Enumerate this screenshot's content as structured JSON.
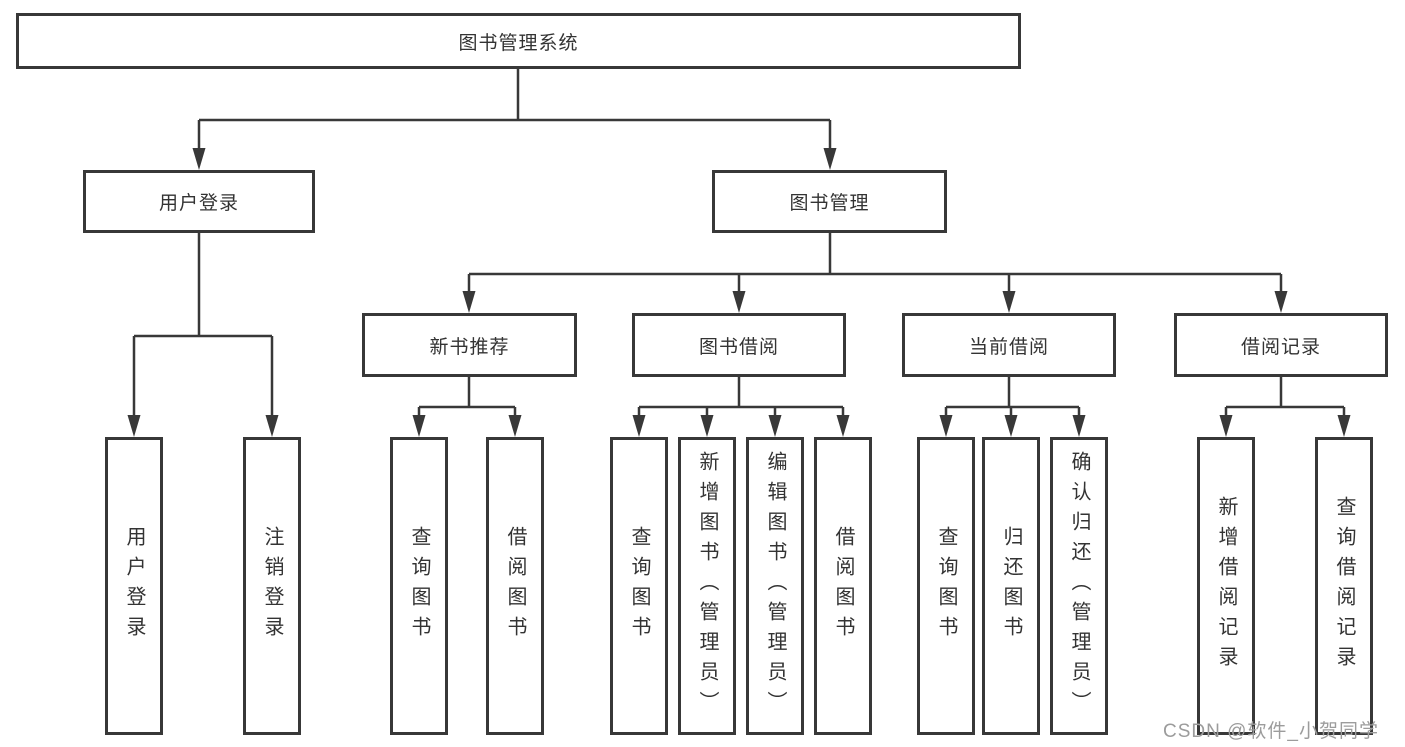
{
  "diagram": {
    "root": {
      "label": "图书管理系统"
    },
    "level2": [
      {
        "id": "user-login",
        "label": "用户登录"
      },
      {
        "id": "book-management",
        "label": "图书管理"
      }
    ],
    "level3": [
      {
        "id": "new-book-recommendation",
        "label": "新书推荐",
        "parent": "图书管理"
      },
      {
        "id": "book-borrowing",
        "label": "图书借阅",
        "parent": "图书管理"
      },
      {
        "id": "current-borrowing",
        "label": "当前借阅",
        "parent": "图书管理"
      },
      {
        "id": "borrowing-records",
        "label": "借阅记录",
        "parent": "图书管理"
      }
    ],
    "leaves": [
      {
        "id": "leaf-user-login",
        "label": "用户登录",
        "parent": "用户登录"
      },
      {
        "id": "leaf-logout",
        "label": "注销登录",
        "parent": "用户登录"
      },
      {
        "id": "leaf-query-books-recommend",
        "label": "查询图书",
        "parent": "新书推荐"
      },
      {
        "id": "leaf-borrow-books-recommend",
        "label": "借阅图书",
        "parent": "新书推荐"
      },
      {
        "id": "leaf-query-books-borrow",
        "label": "查询图书",
        "parent": "图书借阅"
      },
      {
        "id": "leaf-add-books-admin",
        "label": "新增图书（管理员）",
        "parent": "图书借阅"
      },
      {
        "id": "leaf-edit-books-admin",
        "label": "编辑图书（管理员）",
        "parent": "图书借阅"
      },
      {
        "id": "leaf-borrow-books",
        "label": "借阅图书",
        "parent": "图书借阅"
      },
      {
        "id": "leaf-query-books-current",
        "label": "查询图书",
        "parent": "当前借阅"
      },
      {
        "id": "leaf-return-books",
        "label": "归还图书",
        "parent": "当前借阅"
      },
      {
        "id": "leaf-confirm-return-admin",
        "label": "确认归还（管理员）",
        "parent": "当前借阅"
      },
      {
        "id": "leaf-add-borrow-record",
        "label": "新增借阅记录",
        "parent": "借阅记录"
      },
      {
        "id": "leaf-query-borrow-record",
        "label": "查询借阅记录",
        "parent": "借阅记录"
      }
    ]
  },
  "watermark": {
    "text": "CSDN @软件_小贺同学",
    "color": "#9c9c9c"
  },
  "colors": {
    "line": "#383838",
    "box_border": "#383838",
    "box_fill": "#ffffff",
    "text": "#333333",
    "background": "#ffffff"
  }
}
